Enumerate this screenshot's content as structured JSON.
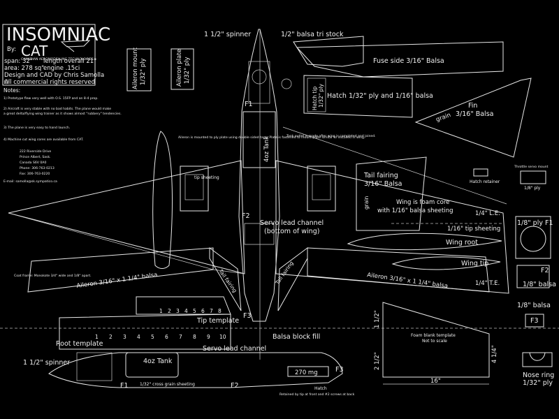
{
  "title": {
    "name": "INSOMNIAC",
    "by": "By:",
    "logo": "CAT",
    "logo_sub": "CANADIAN AEROMODELLING TECHNOLOGIES"
  },
  "specs": {
    "span": "span: 32\"",
    "length": "length overall 21\"",
    "area": "area: 278 sq\"",
    "engine": "engine .15ci",
    "design": "Design and CAD by Chris Samolla",
    "rights": "All commercial rights reserved"
  },
  "notes": {
    "heading": "Notes:",
    "items": [
      "1) Prototype flew very well with O.S. 15FP and an 8-4 prop.",
      "2) Aircraft is very stable with no bad habits. The plane would make",
      "a great delta/flying wing trainer as it shows almost \"rubbery\" tendencies.",
      "3) The plane is very easy to hand launch.",
      "4) Machine cut wing cores are available from CAT."
    ],
    "address": [
      "222 Riverside Drive",
      "Prince Albert, Sask.",
      "Canada S6V 0A0",
      "Phone: 306-763-0213",
      "Fax: 306-763-0220"
    ],
    "email": "E-mail: samolla@sk.sympatico.ca"
  },
  "parts": {
    "aileron_mount": "Aileron mount",
    "aileron_mount_dim": "1/32\" ply",
    "aileron_mount_note": "Aileron is mounted to ply plate using double sided tape. Plate is fastened to mount plate similar to installed in wing.",
    "aileron_plate": "Aileron plate",
    "aileron_plate_dim": "1/32\" ply",
    "spinner_top": "1 1/2\" spinner",
    "spinner_side": "1 1/2\" spinner",
    "tri_stock": "1/2\" balsa tri stock",
    "fuse_side": "Fuse side 3/16\" Balsa",
    "hatch_tip": "Hatch tip",
    "hatch_tip_dim": "1/32\" ply",
    "hatch": "Hatch 1/32\" ply and 1/16\" balsa",
    "fin": "Fin",
    "fin_dim": "3/16\" Balsa",
    "grain": "grain",
    "tank_top": "4oz Tank",
    "tank_side": "4oz Tank",
    "tank_note": "Tank outlet is made after wing is completed and joined.",
    "tip_sheeting": "tip sheeting",
    "servo_lead": "Servo lead channel",
    "servo_lead_note": "(bottom of wing)",
    "servo_lead_side": "Servo lead channel",
    "tail_fairing": "Tail fairing",
    "tail_fairing_dim": "3/16\" Balsa",
    "tail_fairing_1": "Tail fairing",
    "tail_fairing_2": "Tail fairing",
    "hatch_retainer": "Hatch retainer",
    "throttle_mount": "Throttle servo mount",
    "throttle_mount_dim": "1/8\" ply",
    "wing_core": "Wing is foam core",
    "wing_core_2": "with 1/16\" balsa sheeting",
    "le": "1/4\" L.E.",
    "tip_sheet": "1/16\" tip sheeting",
    "wing_root": "Wing root",
    "wing_tip": "Wing tip",
    "te": "1/4\" T.E.",
    "aileron_left": "Aileron 3/16\" x 1 1/4\" balsa",
    "aileron_right": "Aileron 3/16\" x 1 1/4\" balsa",
    "coat_note": "Coat frame: Monokote 3/4\" wide and 1/8\" apart.",
    "f1": "F1",
    "f2": "F2",
    "f3": "F3",
    "f1_side": "F1",
    "f2_side": "F2",
    "f3_side": "F3",
    "f1_ply": "1/8\" ply F1",
    "f2_label": "F2",
    "f2_dim": "1/8\" balsa",
    "f3_dim": "1/8\" balsa",
    "f3_label": "F3",
    "tip_template": "Tip template",
    "root_template": "Root template",
    "balsa_block": "Balsa block fill",
    "foam_blank": "Foam blank template",
    "foam_blank_2": "Not to scale",
    "dim_2_5": "2 1/2\"",
    "dim_1_5": "1 1/2\"",
    "dim_4_5": "4 1/4\"",
    "dim_16": "16\"",
    "nose_ring": "Nose ring",
    "nose_ring_dim": "1/32\" ply",
    "cross_grain": "1/32\" cross grain sheeting",
    "hatch_side": "Hatch",
    "retained": "Retained by tip at front and #2 screws at back",
    "dim_270": "270 mg",
    "template_nums": [
      "1",
      "2",
      "3",
      "4",
      "5",
      "6",
      "7",
      "8",
      "9",
      "10"
    ]
  }
}
